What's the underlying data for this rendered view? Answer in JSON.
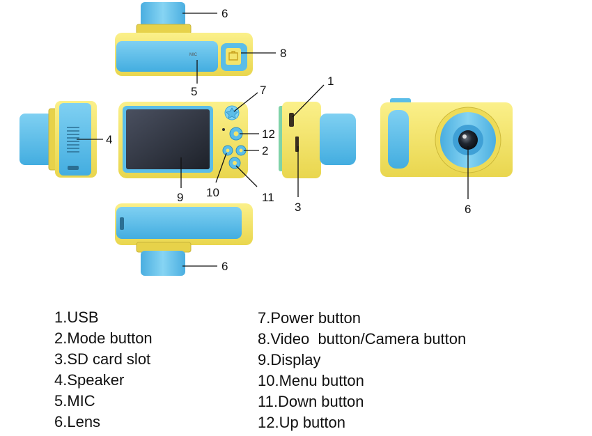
{
  "callouts": {
    "top_lens": "6",
    "top_button": "8",
    "top_mic_text": "MIC",
    "top_mic": "5",
    "front_power": "7",
    "front_up": "12",
    "front_mode": "2",
    "front_menu": "10",
    "front_down": "11",
    "front_display": "9",
    "left_speaker": "4",
    "side_usb": "1",
    "side_sd": "3",
    "back_lens": "6",
    "bottom_lens": "6"
  },
  "legend_left": [
    "1.USB",
    "2.Mode button",
    "3.SD card slot",
    "4.Speaker",
    "5.MIC",
    "6.Lens"
  ],
  "legend_right": [
    "7.Power button",
    "8.Video  button/Camera button",
    "9.Display",
    "10.Menu button",
    "11.Down button",
    "12.Up button"
  ],
  "colors": {
    "body_yellow": "#f4e46c",
    "accent_blue": "#5bbde8",
    "lens_blue": "#45a9e0",
    "screen": "#2a2f3a",
    "button_green": "#7fd3a8"
  }
}
